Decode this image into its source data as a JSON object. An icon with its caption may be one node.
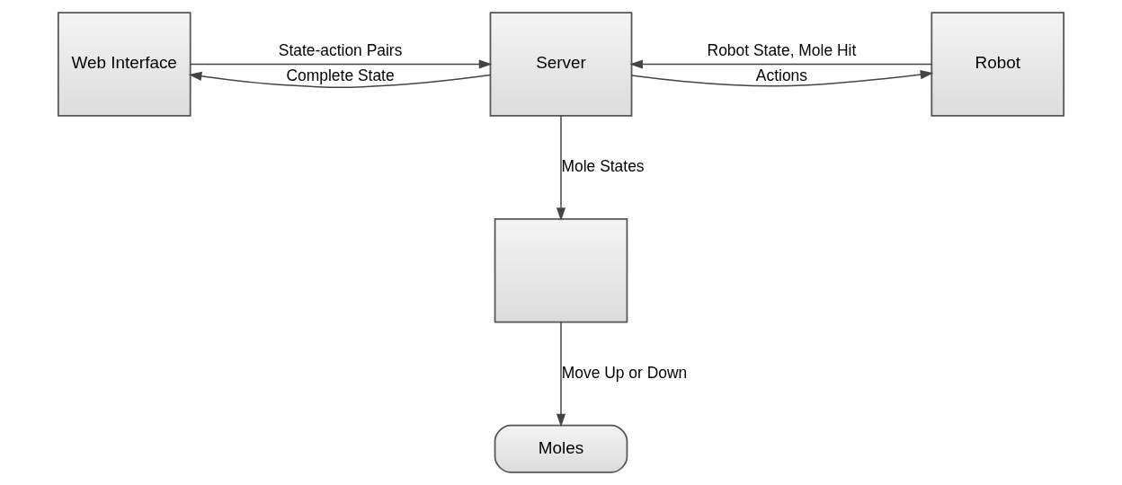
{
  "diagram": {
    "nodes": [
      {
        "text": [
          "Web Interface"
        ]
      },
      {
        "text": [
          "Server"
        ]
      },
      {
        "text": [
          "Robot"
        ]
      },
      {
        "text": [],
        "shape": "box"
      },
      {
        "text": [
          "Moles"
        ]
      }
    ],
    "edges": [
      {
        "from": 0,
        "to": 1,
        "arrow": "to",
        "label": "State-action Pairs"
      },
      {
        "from": 1,
        "to": 0,
        "arrow": "to",
        "label": "Complete State"
      },
      {
        "from": 1,
        "to": 2,
        "arrow": "to",
        "label": "Actions"
      },
      {
        "from": 2,
        "to": 1,
        "arrow": "to",
        "label": "Robot State, Mole Hit"
      },
      {
        "from": 1,
        "to": 3,
        "arrow": "to",
        "label": "Mole States"
      },
      {
        "from": 3,
        "to": 4,
        "arrow": "to",
        "label": "Move Up or Down"
      }
    ]
  }
}
